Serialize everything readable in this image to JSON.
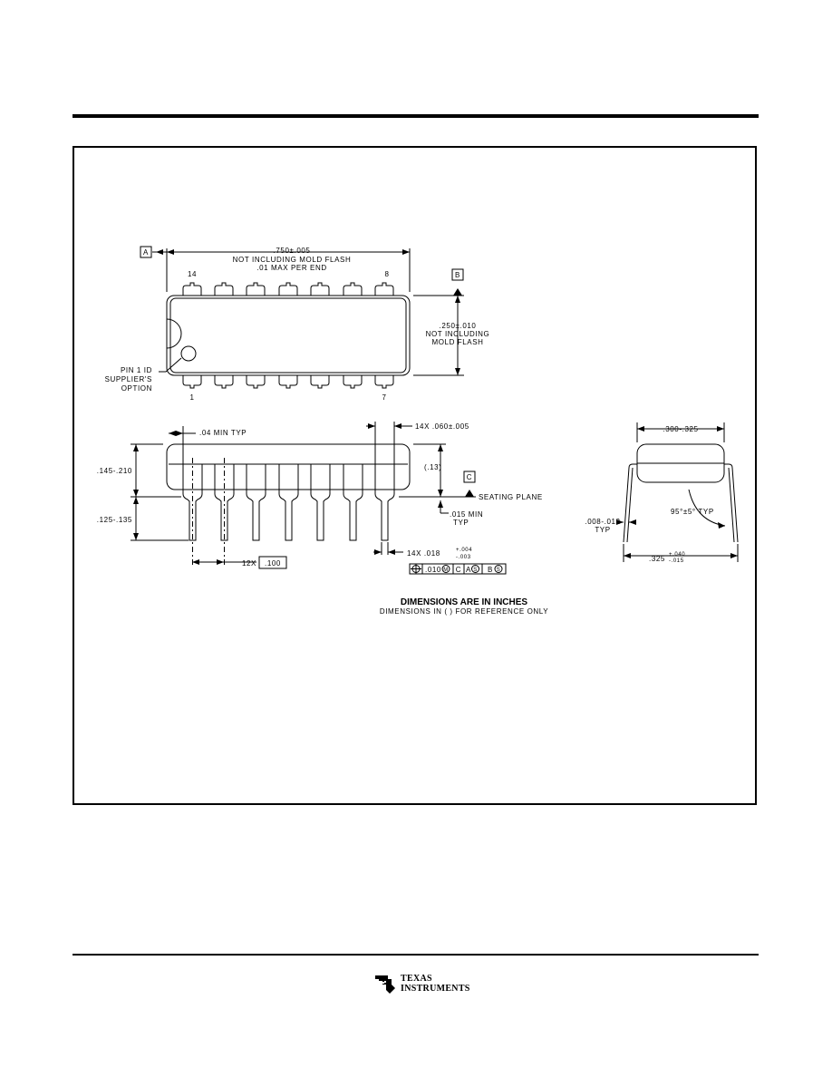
{
  "datums": {
    "a": "A",
    "b": "B",
    "c": "C"
  },
  "top_view": {
    "length_dim": ".750±.005",
    "length_note1": "NOT INCLUDING MOLD FLASH",
    "length_note2": ".01 MAX PER END",
    "width_dim": ".250±.010",
    "width_note1": "NOT INCLUDING",
    "width_note2": "MOLD FLASH",
    "pin_14": "14",
    "pin_8": "8",
    "pin_1": "1",
    "pin_7": "7",
    "pin1_note1": "PIN 1 ID",
    "pin1_note2": "SUPPLIER'S",
    "pin1_note3": "OPTION"
  },
  "side_view": {
    "min_typ": ".04 MIN TYP",
    "lead_width": "14X .060±.005",
    "ref_height": "(.13)",
    "seating_plane": "SEATING PLANE",
    "body_height": ".145-.210",
    "lead_length": ".125-.135",
    "standoff1": ".015 MIN",
    "standoff2": "TYP",
    "pitch_count": "12X",
    "pitch_value": ".100",
    "lead_thick_main": "14X .018",
    "lead_thick_plus": "+.004",
    "lead_thick_minus": "-.003",
    "fcf_tolerance": ".010",
    "fcf_m": "M",
    "fcf_c": "C",
    "fcf_a": "A",
    "fcf_s1": "S",
    "fcf_b": "B",
    "fcf_s2": "S"
  },
  "end_view": {
    "body_width": ".300-.325",
    "angle": "95°±5° TYP",
    "lead_thickness1": ".008-.012",
    "lead_thickness2": "TYP",
    "span_main": ".325",
    "span_plus": "+.040",
    "span_minus": "-.015"
  },
  "notes": {
    "units": "DIMENSIONS ARE IN INCHES",
    "reference": "DIMENSIONS IN ( ) FOR REFERENCE ONLY"
  },
  "footer": {
    "logo_line1": "TEXAS",
    "logo_line2": "INSTRUMENTS"
  }
}
